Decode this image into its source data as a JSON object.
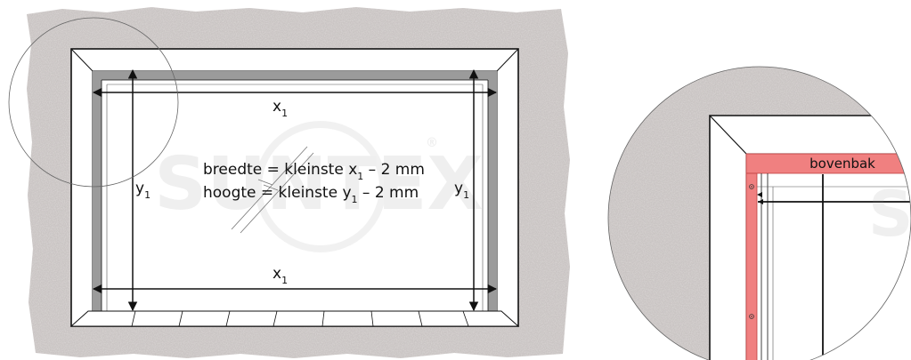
{
  "main_diagram": {
    "measure_x": {
      "label": "x",
      "subscript": "1"
    },
    "measure_y": {
      "label": "y",
      "subscript": "1"
    },
    "formula_width": {
      "prefix": "breedte = kleinste x",
      "subscript": "1",
      "suffix": " – 2 mm"
    },
    "formula_height": {
      "prefix": "hoogte = kleinste y",
      "subscript": "1",
      "suffix": " – 2 mm"
    }
  },
  "detail_view": {
    "top_box_label": "bovenbak",
    "top_box_color": "#f08080"
  },
  "watermark": {
    "text": "SUNTEX",
    "registered_mark": "®"
  },
  "colors": {
    "wall": "#c9c4c3",
    "gap": "#9b9b9b",
    "line": "#111111"
  }
}
